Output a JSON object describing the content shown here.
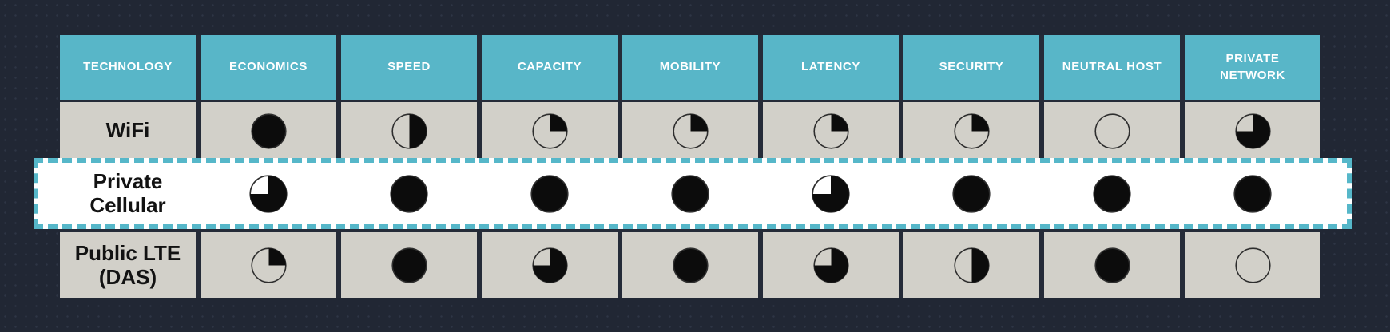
{
  "colors": {
    "background": "#212734",
    "background_dot": "#2e3545",
    "header_teal": "#58b6c8",
    "cell_gray": "#d2d0c9",
    "highlight_white": "#ffffff",
    "highlight_dash_teal": "#56b7c9",
    "ball_fill_black": "#0c0c0c",
    "ball_outline": "#2e2e2e",
    "header_text": "#ffffff",
    "label_text": "#121212"
  },
  "table": {
    "columns": [
      "TECHNOLOGY",
      "ECONOMICS",
      "SPEED",
      "CAPACITY",
      "MOBILITY",
      "LATENCY",
      "SECURITY",
      "NEUTRAL HOST",
      "PRIVATE NETWORK"
    ],
    "rows": [
      {
        "label": "WiFi",
        "highlighted": false,
        "scores": [
          1,
          0.5,
          0.25,
          0.25,
          0.25,
          0.25,
          0,
          0.75
        ]
      },
      {
        "label": "Private Cellular",
        "highlighted": true,
        "scores": [
          0.75,
          1,
          1,
          1,
          0.75,
          1,
          1,
          1
        ]
      },
      {
        "label": "Public LTE (DAS)",
        "highlighted": false,
        "scores": [
          0.25,
          1,
          0.75,
          1,
          0.75,
          0.5,
          1,
          0
        ]
      }
    ]
  },
  "chart_data": {
    "type": "table",
    "title": "",
    "columns": [
      "TECHNOLOGY",
      "ECONOMICS",
      "SPEED",
      "CAPACITY",
      "MOBILITY",
      "LATENCY",
      "SECURITY",
      "NEUTRAL HOST",
      "PRIVATE NETWORK"
    ],
    "value_encoding": "harvey-ball fraction filled, 0 to 1, filled clockwise from 12 o'clock",
    "highlighted_row": "Private Cellular",
    "series": [
      {
        "name": "WiFi",
        "values": [
          1,
          0.5,
          0.25,
          0.25,
          0.25,
          0.25,
          0,
          0.75
        ]
      },
      {
        "name": "Private Cellular",
        "values": [
          0.75,
          1,
          1,
          1,
          0.75,
          1,
          1,
          1
        ]
      },
      {
        "name": "Public LTE (DAS)",
        "values": [
          0.25,
          1,
          0.75,
          1,
          0.75,
          0.5,
          1,
          0
        ]
      }
    ],
    "categories": [
      "ECONOMICS",
      "SPEED",
      "CAPACITY",
      "MOBILITY",
      "LATENCY",
      "SECURITY",
      "NEUTRAL HOST",
      "PRIVATE NETWORK"
    ]
  }
}
